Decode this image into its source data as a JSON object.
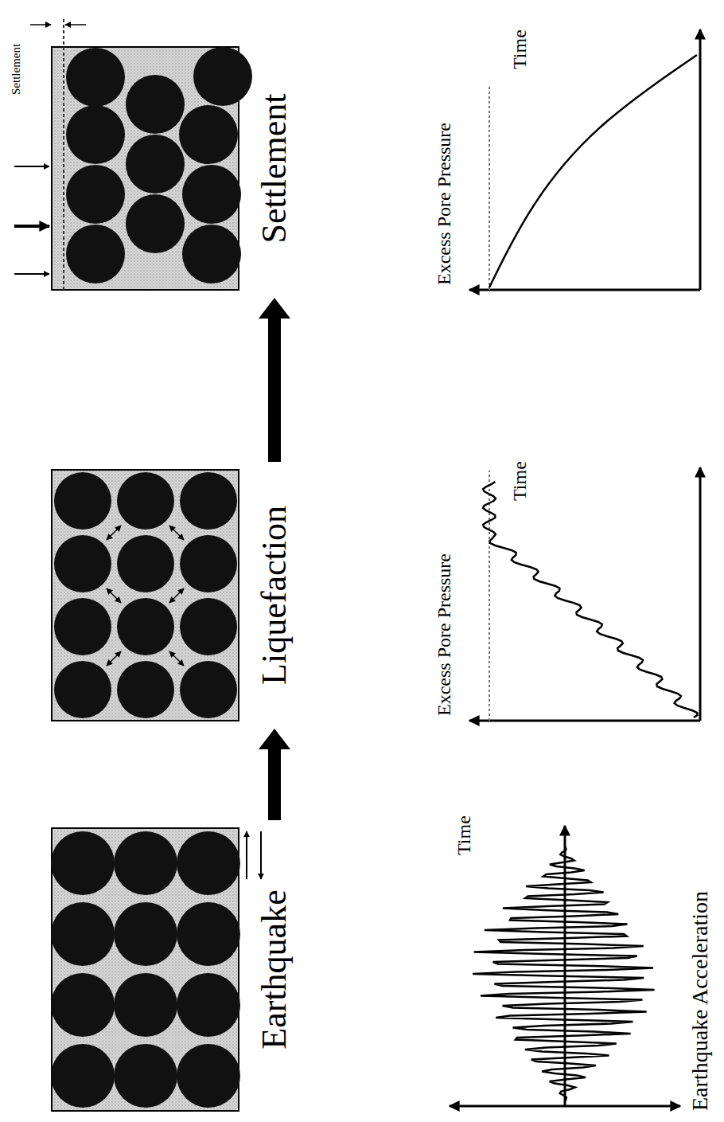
{
  "diagram": {
    "nodes": [
      {
        "text": [
          "Earthquake"
        ]
      },
      {
        "text": [
          "Liquefaction"
        ]
      },
      {
        "text": [
          "Settlement"
        ]
      }
    ],
    "edges": [
      {
        "from": 0,
        "to": 1,
        "arrow": "to"
      },
      {
        "from": 1,
        "to": 2,
        "arrow": "to"
      }
    ],
    "labels": [
      "Earthquake Acceleration",
      "Time",
      "Excess Pore Pressure",
      "Time",
      "Settlement",
      "Excess Pore Pressure",
      "Time"
    ]
  }
}
